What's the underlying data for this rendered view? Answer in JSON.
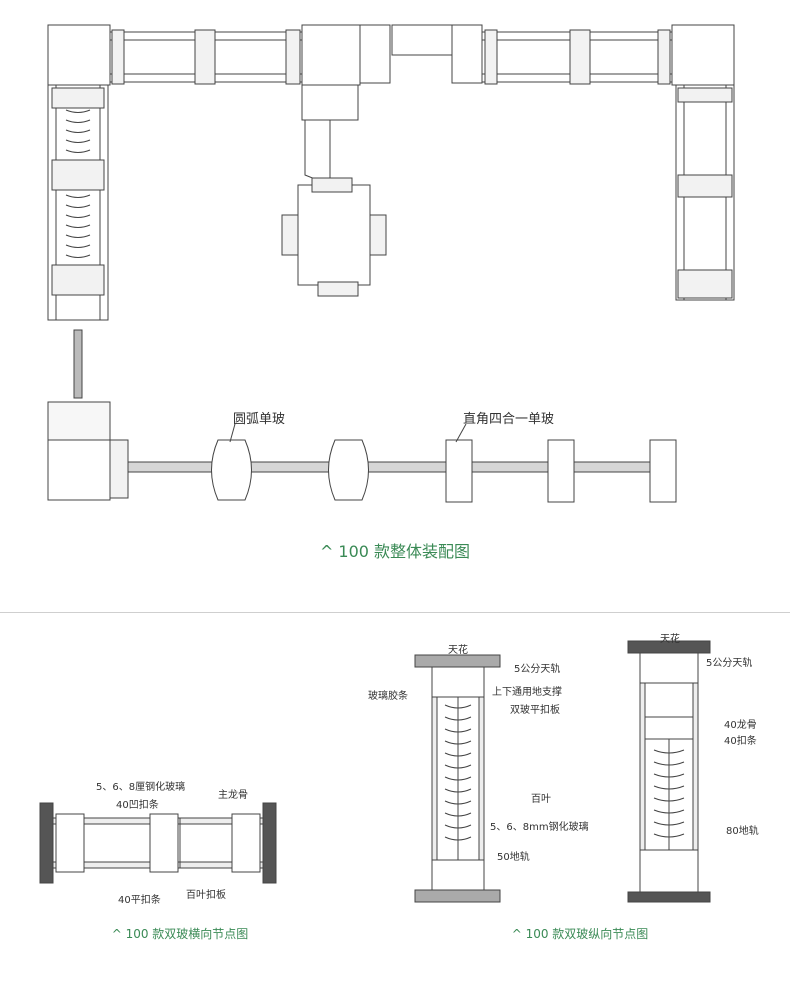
{
  "top": {
    "label_arc": "圆弧单玻",
    "label_right_angle": "直角四合一单玻",
    "caption": "^ 100 款整体装配图"
  },
  "horizontal": {
    "label_glass": "5、6、8厘钢化玻璃",
    "label_groove": "40凹扣条",
    "label_keel": "主龙骨",
    "label_flat": "40平扣条",
    "label_louver_plate": "百叶扣板",
    "caption": "^ 100 款双玻横向节点图"
  },
  "vertical_a": {
    "label_ceiling": "天花",
    "label_top_rail": "5公分天轨",
    "label_glass_strip": "玻璃胶条",
    "label_support": "上下通用地支撑",
    "label_double_plate": "双玻平扣板",
    "label_louver": "百叶",
    "label_glass": "5、6、8mm钢化玻璃",
    "label_floor_rail": "50地轨"
  },
  "vertical_b": {
    "label_ceiling": "天花",
    "label_top_rail": "5公分天轨",
    "label_keel": "40龙骨",
    "label_strip": "40扣条",
    "label_floor_rail": "80地轨",
    "caption": "^ 100 款双玻纵向节点图"
  }
}
